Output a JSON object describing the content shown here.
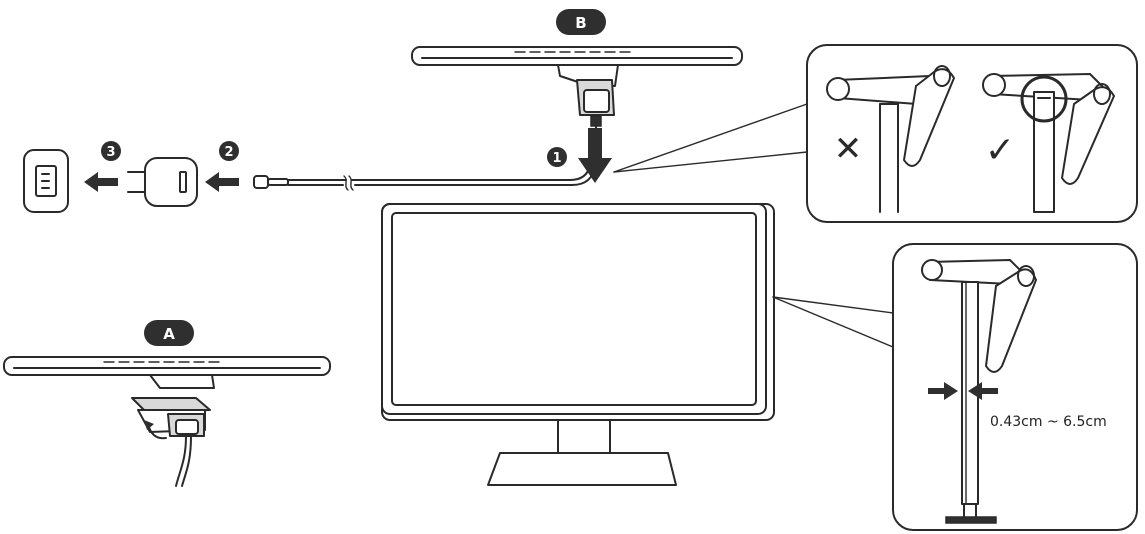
{
  "labels": {
    "badge_a": "A",
    "badge_b": "B",
    "step_1": "1",
    "step_2": "2",
    "step_3": "3",
    "wrong_mark": "✕",
    "right_mark": "✓",
    "thickness_range": "0.43cm ~ 6.5cm"
  },
  "icons": [
    "wall-outlet-icon",
    "usb-power-adapter-icon",
    "usb-cable-plug-icon",
    "arrow-left-icon",
    "arrow-down-icon",
    "cross-icon",
    "check-icon"
  ],
  "colors": {
    "line": "#2a2a2a",
    "badge": "#2f2f2f",
    "arrow": "#333333",
    "fill_light": "#d9d9d9"
  }
}
